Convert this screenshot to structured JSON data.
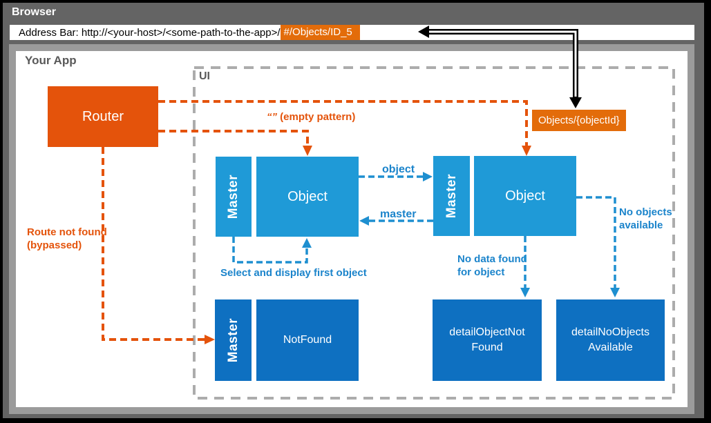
{
  "browser": {
    "title": "Browser",
    "address_prefix": "Address Bar: http://<your-host>/<some-path-to-the-app>/",
    "address_route": "#/Objects/ID_5"
  },
  "app": {
    "title": "Your App",
    "router": "Router",
    "ui": {
      "title": "UI",
      "route_pattern_badge": "Objects/{objectId}",
      "master": "Master",
      "object": "Object",
      "not_found": "NotFound",
      "detail_object_not_found": [
        "detailObjectNot",
        "Found"
      ],
      "detail_no_objects_available": [
        "detailNoObjects",
        "Available"
      ]
    }
  },
  "labels": {
    "empty_pattern_quotes": "“”",
    "empty_pattern": " (empty pattern)",
    "route_not_found": [
      "Route not found",
      "(bypassed)"
    ],
    "select_first": "Select and display first object",
    "object": "object",
    "master": "master",
    "no_data_found": [
      "No data found",
      "for object"
    ],
    "no_objects": [
      "No objects",
      "available"
    ]
  },
  "colors": {
    "orange": "#E4530B",
    "orangeBadge": "#E36C0A",
    "blueLight": "#1F9AD7",
    "blueDark": "#0E70C1",
    "blueArrow": "#1E8FD0",
    "blueText": "#1B84CB",
    "grayBg": "#646464",
    "grayBorder": "#9B9B9B",
    "grayDash": "#ACACAC",
    "grayText": "#595959"
  }
}
